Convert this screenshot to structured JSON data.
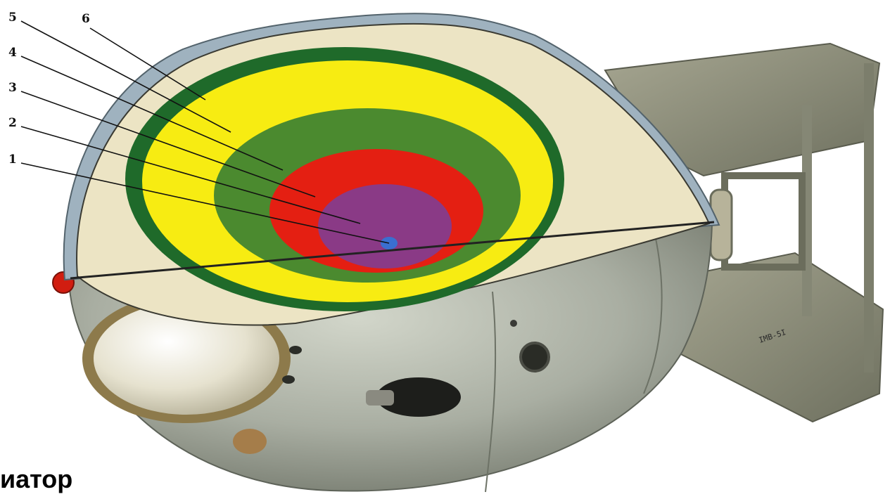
{
  "layer_labels": [
    "1",
    "2",
    "3",
    "4",
    "5",
    "6"
  ],
  "caption": "иатор",
  "tail_marking": "IMB-5I",
  "colors": {
    "core": "#3a6fd0",
    "layer_2": "#8a3a86",
    "layer_3": "#e41f12",
    "layer_4": "#4b8a2f",
    "layer_5": "#f7ec12",
    "layer_6": "#1f6a2a",
    "outer_fill": "#ece4c4",
    "outer_rim": "#9fb2bf",
    "casing": "#a7aca0",
    "tail_frame": "#8a8a78",
    "fuse": "#d11d10"
  }
}
